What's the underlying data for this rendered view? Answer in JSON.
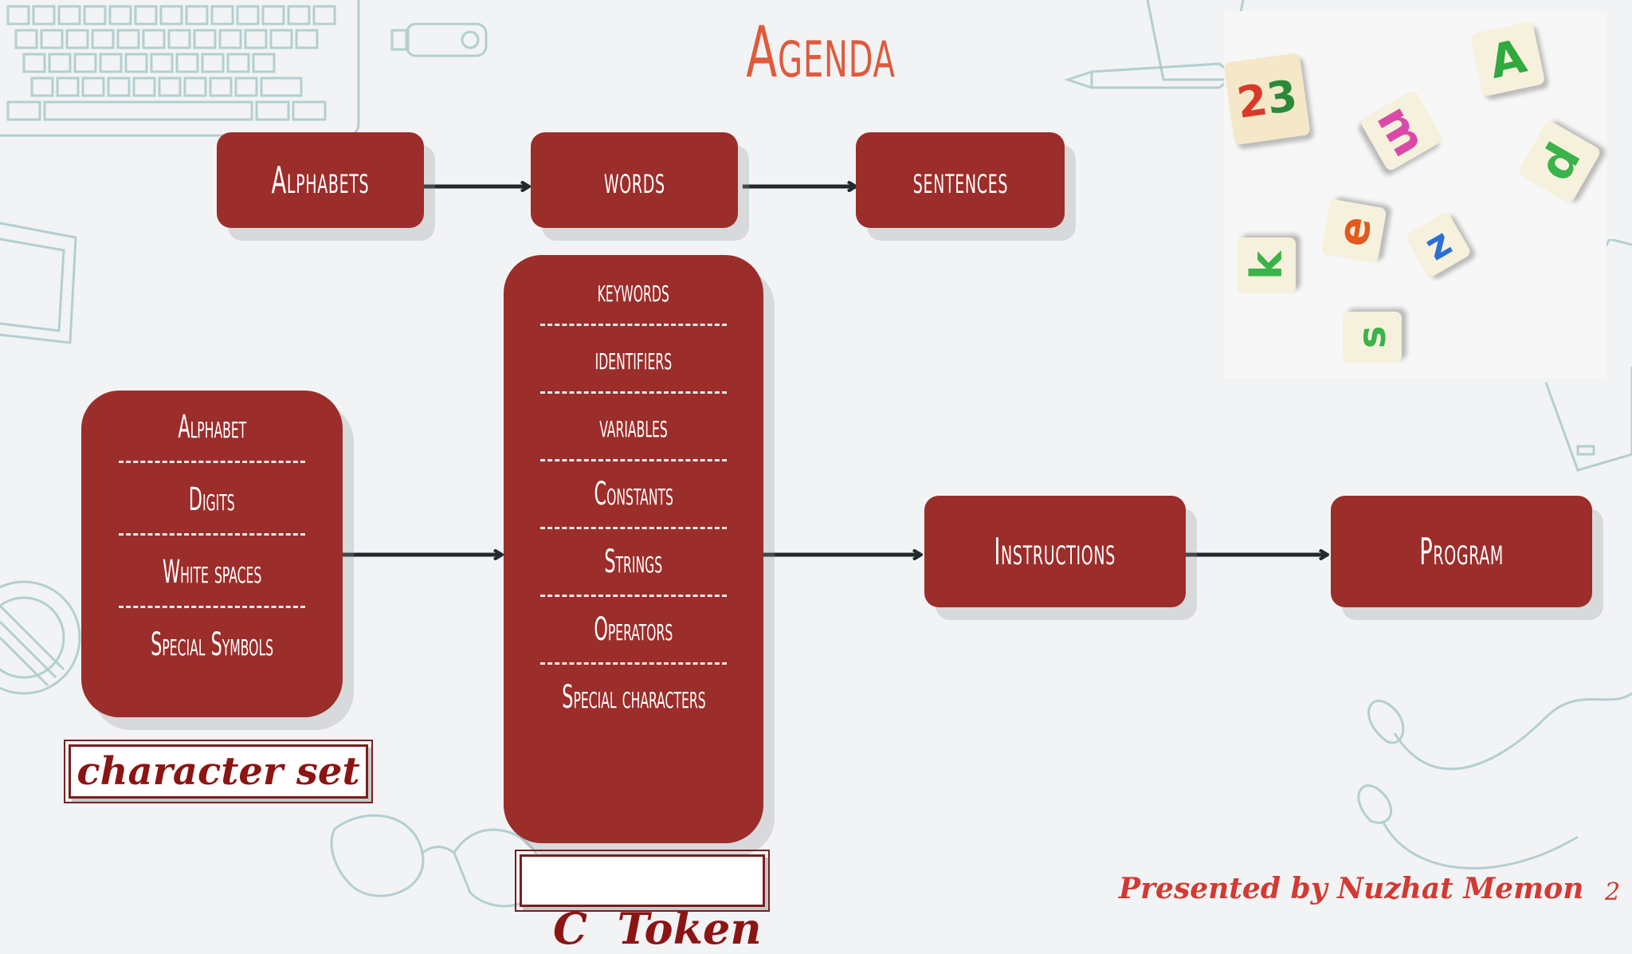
{
  "title": "Agenda",
  "top_flow": [
    "Alphabets",
    "words",
    "sentences"
  ],
  "character_set": {
    "items": [
      "Alphabet",
      "Digits",
      "White spaces",
      "Special Symbols"
    ],
    "caption": "character set"
  },
  "c_token": {
    "items": [
      "keywords",
      "identifiers",
      "variables",
      "Constants",
      "Strings",
      "Operators",
      "Special characters"
    ],
    "caption": "C  Token"
  },
  "bottom_flow": [
    "Instructions",
    "Program"
  ],
  "footer": "Presented by Nuzhat Memon",
  "page_number": "2",
  "colors": {
    "box": "#9b2d2a",
    "title": "#e05a3c",
    "footer": "#d23a32",
    "caption_text": "#8b1514"
  },
  "blocks_image": {
    "cube_letters": [
      "2",
      "3",
      "A",
      "m",
      "d",
      "e",
      "z",
      "k",
      "s"
    ]
  }
}
